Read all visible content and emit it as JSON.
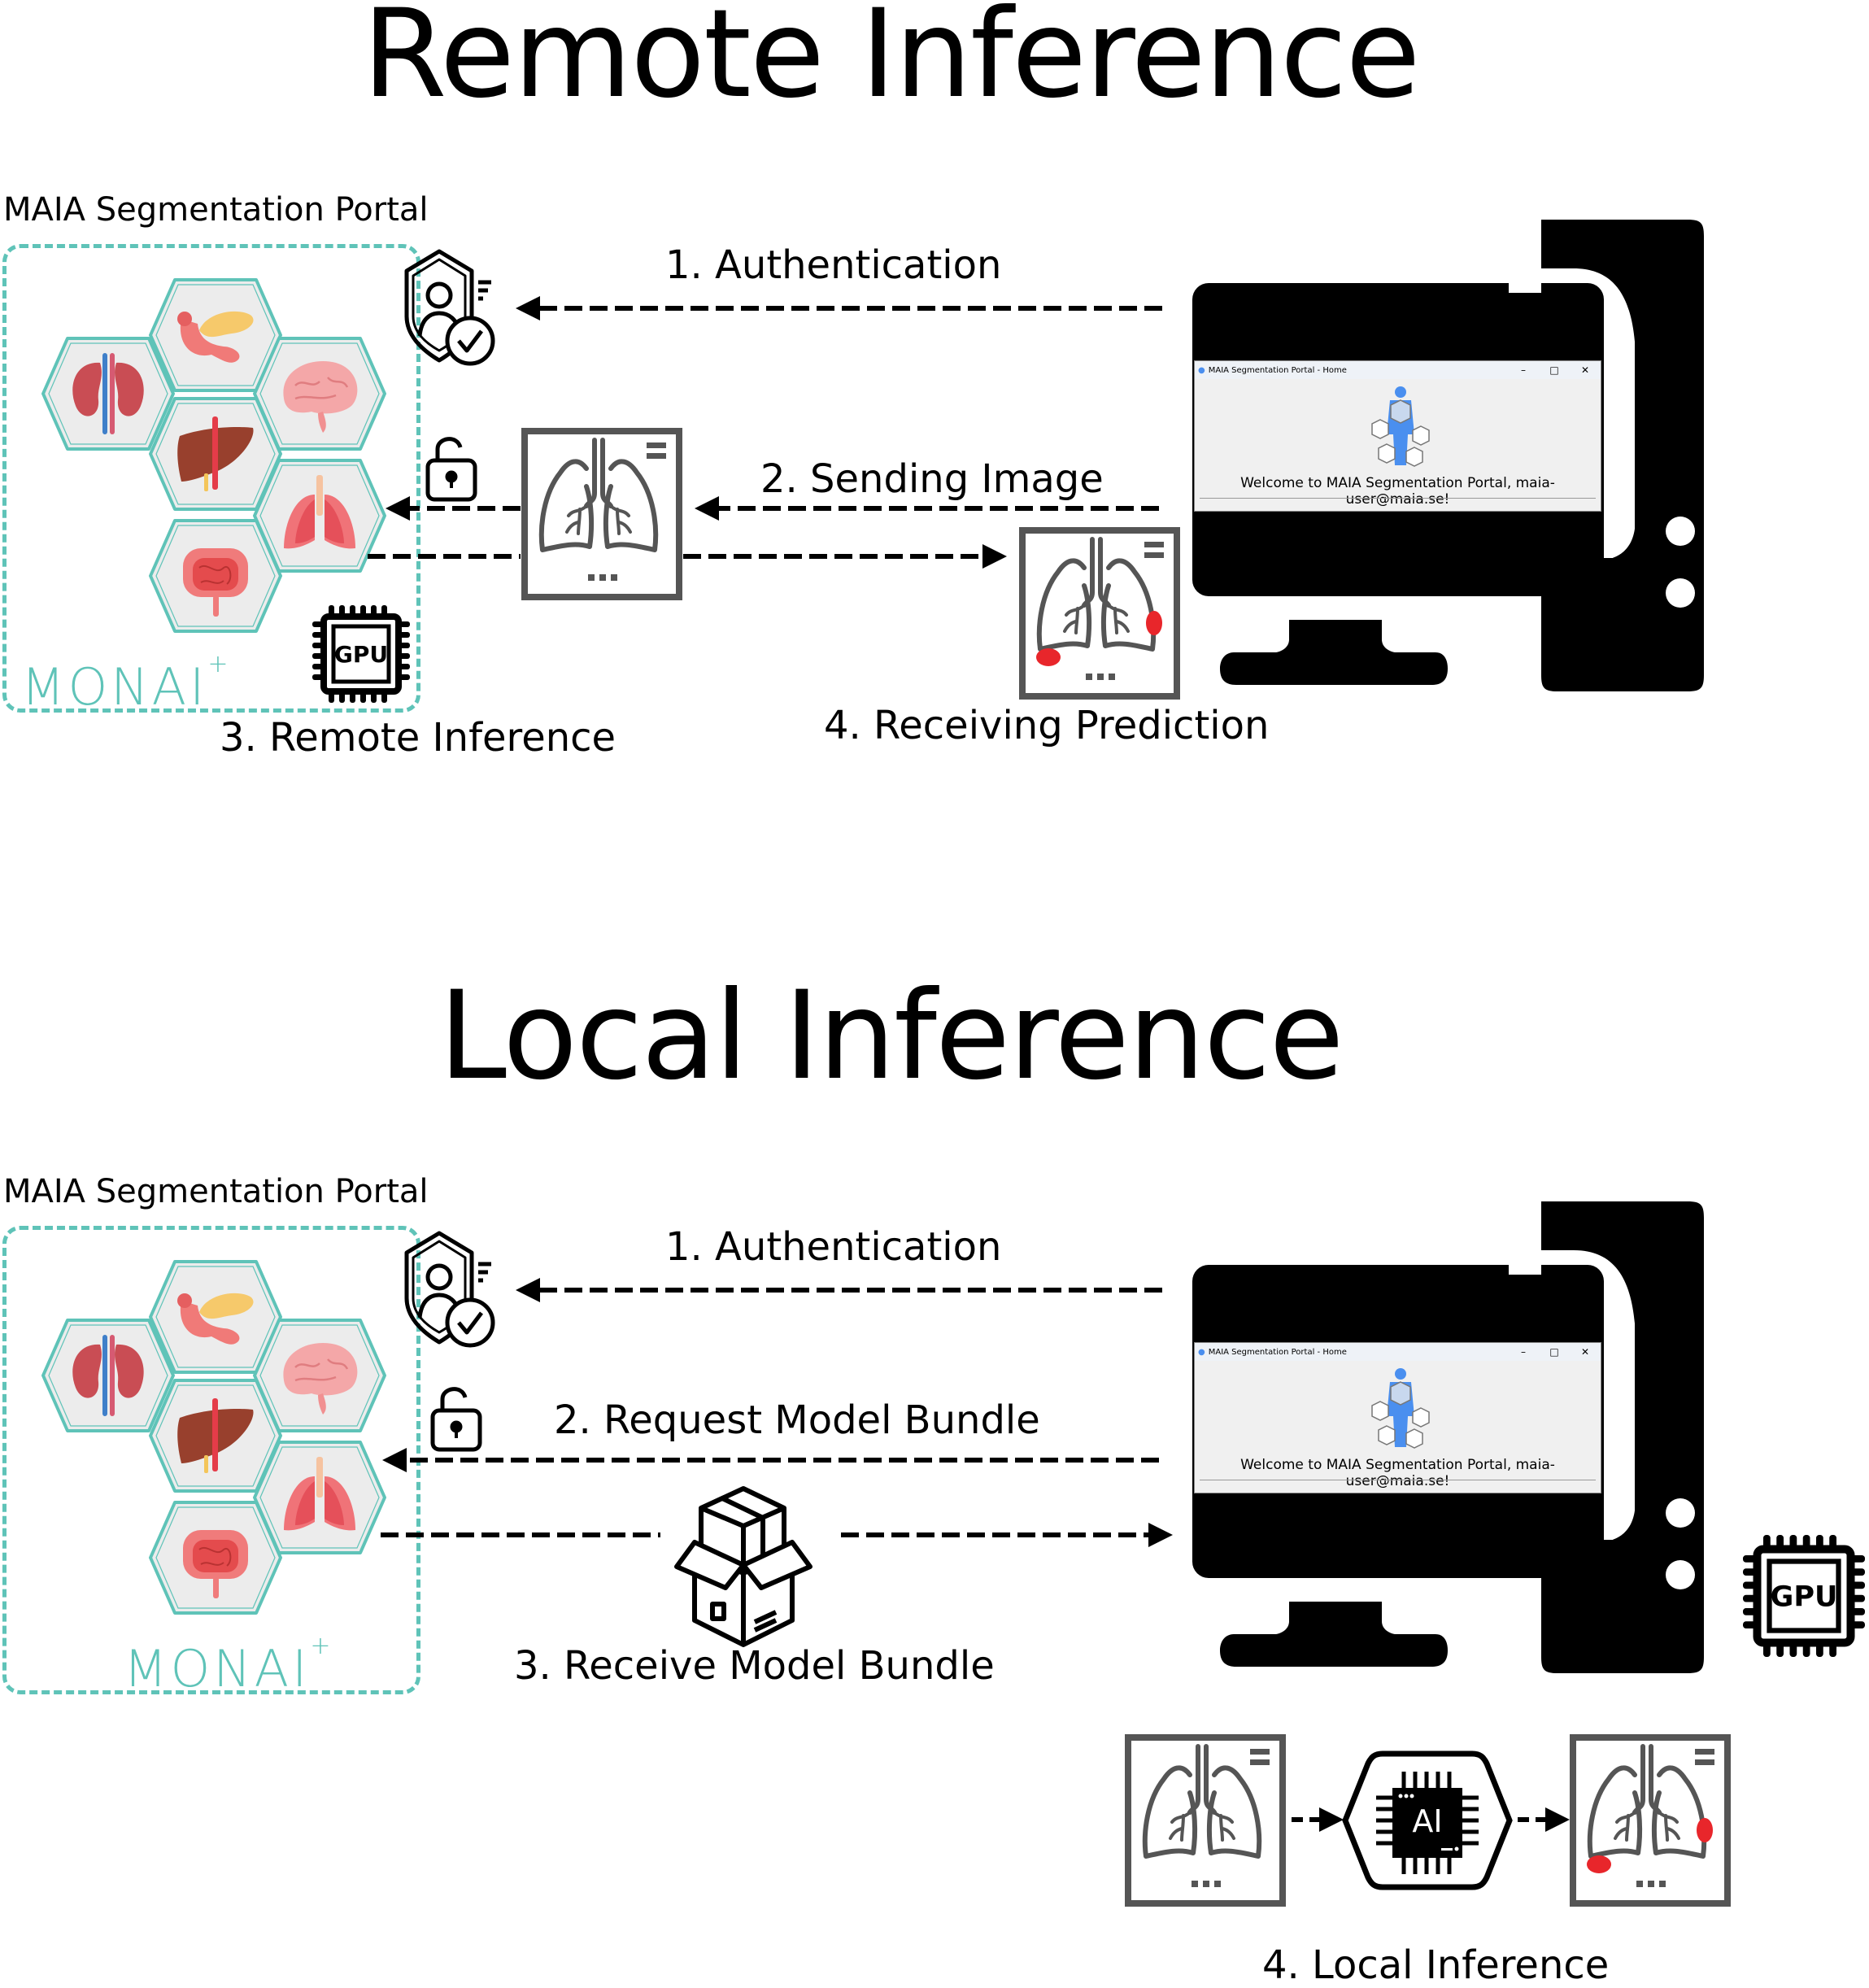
{
  "remote": {
    "title": "Remote Inference",
    "portal_label": "MAIA Segmentation Portal",
    "monai_label": "MONAI",
    "monai_plus": "+",
    "steps": {
      "auth": "1. Authentication",
      "send": "2. Sending Image",
      "infer": "3. Remote Inference",
      "receive": "4. Receiving Prediction"
    },
    "gpu_label": "GPU",
    "window": {
      "title": "MAIA Segmentation Portal - Home",
      "minimize": "–",
      "maximize": "□",
      "close": "✕",
      "welcome": "Welcome to MAIA Segmentation Portal, maia-user@maia.se!"
    }
  },
  "local": {
    "title": "Local Inference",
    "portal_label": "MAIA Segmentation Portal",
    "monai_label": "MONAI",
    "monai_plus": "+",
    "steps": {
      "auth": "1. Authentication",
      "request": "2. Request Model Bundle",
      "receive": "3. Receive Model Bundle",
      "infer": "4. Local Inference"
    },
    "gpu_label": "GPU",
    "ai_label": "AI",
    "window": {
      "title": "MAIA Segmentation Portal - Home",
      "minimize": "–",
      "maximize": "□",
      "close": "✕",
      "welcome": "Welcome to MAIA Segmentation Portal, maia-user@maia.se!"
    }
  },
  "icons": {
    "organs": [
      "pancreas",
      "kidney",
      "brain",
      "liver",
      "lungs",
      "intestine"
    ],
    "others": [
      "auth-shield",
      "unlock",
      "xray-lungs",
      "xray-lungs-prediction",
      "gpu-chip",
      "ai-chip",
      "box",
      "computer"
    ]
  },
  "colors": {
    "accent_teal": "#5fc3b8",
    "hex_fill": "#ececec",
    "prediction_red": "#e8262b",
    "xray_gray": "#555555",
    "body_blue": "#4a8fef"
  }
}
